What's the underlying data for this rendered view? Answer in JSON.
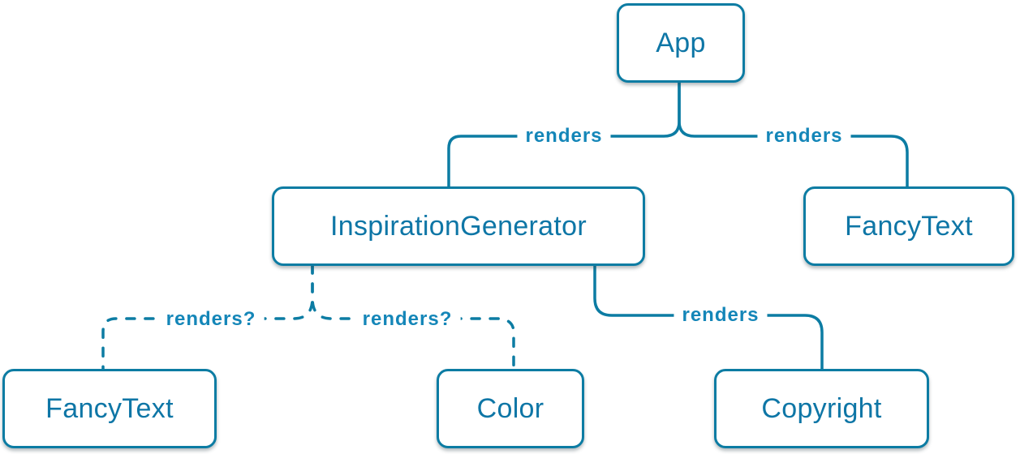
{
  "diagram": {
    "colors": {
      "stroke": "#0c7ca3",
      "node-text": "#0e76a6",
      "label-text": "#1486b8",
      "node-bg": "#ffffff",
      "page-bg": "#ffffff"
    },
    "nodes": [
      {
        "id": "app",
        "label": "App"
      },
      {
        "id": "inspiration-generator",
        "label": "InspirationGenerator"
      },
      {
        "id": "fancy-text-top",
        "label": "FancyText"
      },
      {
        "id": "fancy-text-bottom",
        "label": "FancyText"
      },
      {
        "id": "color",
        "label": "Color"
      },
      {
        "id": "copyright",
        "label": "Copyright"
      }
    ],
    "edges": [
      {
        "from": "App",
        "to": "InspirationGenerator",
        "label": "renders",
        "style": "solid"
      },
      {
        "from": "App",
        "to": "FancyText",
        "label": "renders",
        "style": "solid"
      },
      {
        "from": "InspirationGenerator",
        "to": "FancyText",
        "label": "renders?",
        "style": "dashed"
      },
      {
        "from": "InspirationGenerator",
        "to": "Color",
        "label": "renders?",
        "style": "dashed"
      },
      {
        "from": "InspirationGenerator",
        "to": "Copyright",
        "label": "renders",
        "style": "solid"
      }
    ]
  }
}
